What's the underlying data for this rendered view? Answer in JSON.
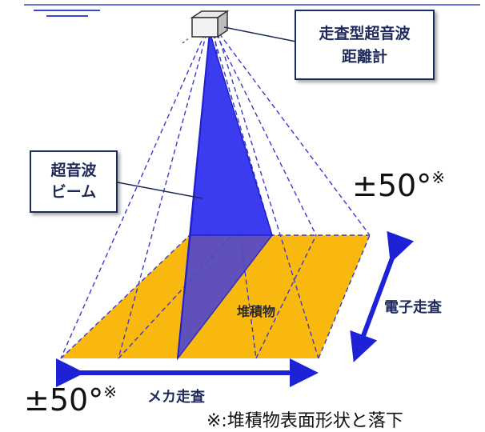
{
  "labels": {
    "meter_line1": "走査型超音波",
    "meter_line2": "距離計",
    "beam_line1": "超音波",
    "beam_line2": "ビーム",
    "angle": "±50°",
    "angle_mark": "※",
    "deposit": "堆積物",
    "electronic_scan": "電子走査",
    "mechanical_scan": "メカ走査",
    "footnote": "※:堆積物表面形状と落下"
  },
  "colors": {
    "deposit_fill": "#f9b80e",
    "beam_fill": "#3333ee",
    "dashed_lines": "#3b3bcc",
    "arrows": "#1e22d6",
    "water_surface": "#3a49c9",
    "callout_border": "#1f2a5c"
  },
  "icons": [
    "sensor-box-icon",
    "double-arrow-icon"
  ]
}
